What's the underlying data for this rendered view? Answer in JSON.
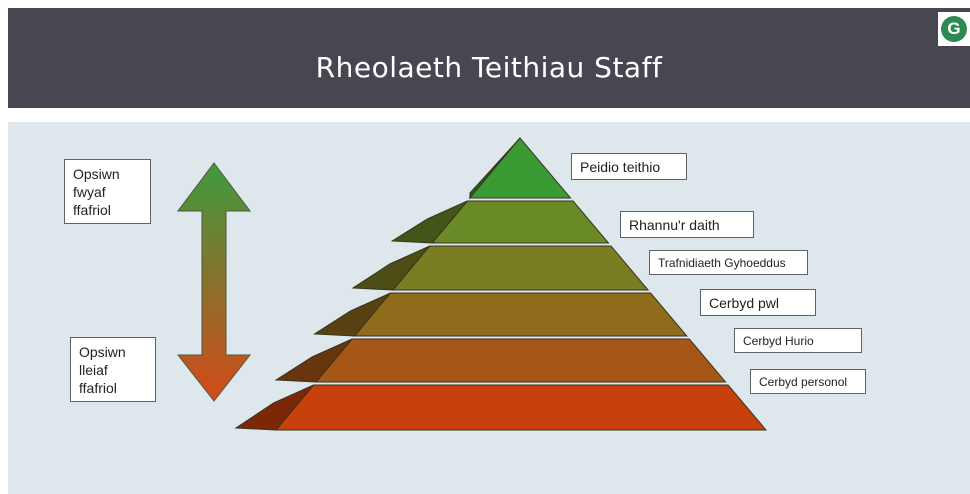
{
  "header": {
    "title": "Rheolaeth Teithiau Staff",
    "logo_icon": "g-logo-icon"
  },
  "arrow": {
    "top_label": [
      "Opsiwn",
      "fwyaf",
      "ffafriol"
    ],
    "bottom_label": [
      "Opsiwn",
      "lleiaf",
      "ffafriol"
    ],
    "color_top": "#3e9a3e",
    "color_bottom": "#d44a1a"
  },
  "pyramid": {
    "levels": [
      {
        "label": "Peidio teithio",
        "color": "#3a9b35"
      },
      {
        "label": "Rhannu'r daith",
        "color": "#6a8a28"
      },
      {
        "label": "Trafnidiaeth Gyhoeddus",
        "color": "#7a7e22"
      },
      {
        "label": "Cerbyd pwl",
        "color": "#8f6b1c"
      },
      {
        "label": "Cerbyd Hurio",
        "color": "#a65717"
      },
      {
        "label": "Cerbyd personol",
        "color": "#c8400c"
      }
    ]
  }
}
